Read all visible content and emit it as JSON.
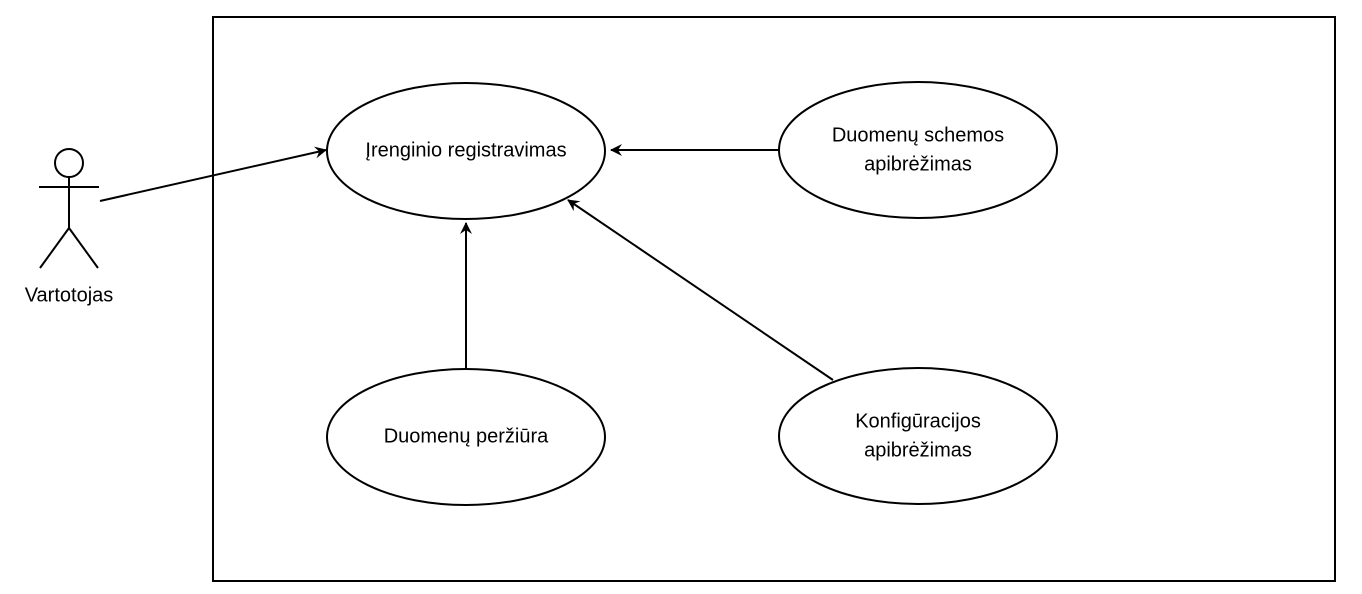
{
  "actor": {
    "name": "Vartotojas"
  },
  "use_cases": {
    "registration": {
      "label": "Įrenginio registravimas"
    },
    "schema_definition": {
      "line1": "Duomenų schemos",
      "line2": "apibrėžimas"
    },
    "data_view": {
      "label": "Duomenų peržiūra"
    },
    "config_definition": {
      "line1": "Konfigūracijos",
      "line2": "apibrėžimas"
    }
  },
  "colors": {
    "stroke": "#000000",
    "fill": "#ffffff",
    "background": "#ffffff"
  }
}
